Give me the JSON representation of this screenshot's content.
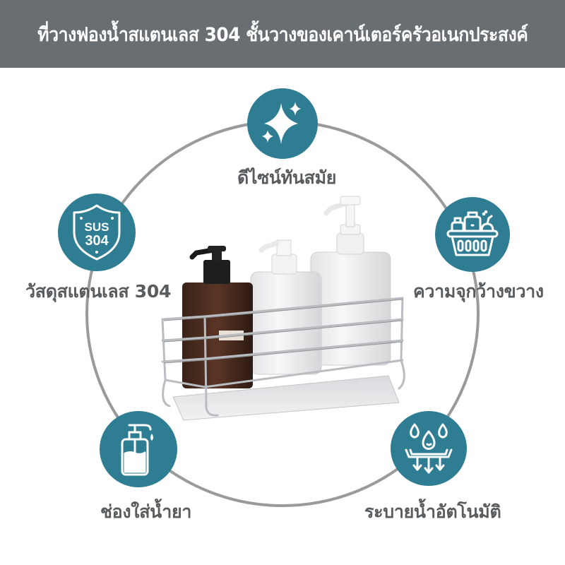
{
  "header": {
    "title": "ที่วางฟองน้ำสแตนเลส 304 ชั้นวางของเคาน์เตอร์ครัวอเนกประสงค์",
    "background": "#686e71"
  },
  "theme": {
    "accent": "#2f7d92",
    "ring_color": "#9a9a9a",
    "label_color": "#585c5f"
  },
  "features": [
    {
      "id": "design",
      "label": "ดีไซน์ทันสมัย",
      "icon": "sparkle-icon"
    },
    {
      "id": "material",
      "label": "วัสดุสแตนเลส 304",
      "icon": "shield-sus304-icon",
      "badge_line1": "SUS",
      "badge_line2": "304"
    },
    {
      "id": "capacity",
      "label": "ความจุกว้างขวาง",
      "icon": "basket-icon"
    },
    {
      "id": "soap",
      "label": "ช่องใส่น้ำยา",
      "icon": "soap-dispenser-icon"
    },
    {
      "id": "drain",
      "label": "ระบายน้ำอัตโนมัติ",
      "icon": "water-drain-icon"
    }
  ],
  "product": {
    "description": "stainless steel wire rack with drip tray holding three pump bottles",
    "bottles": [
      "brown pump bottle",
      "white pump bottle",
      "tall white pump bottle"
    ]
  }
}
